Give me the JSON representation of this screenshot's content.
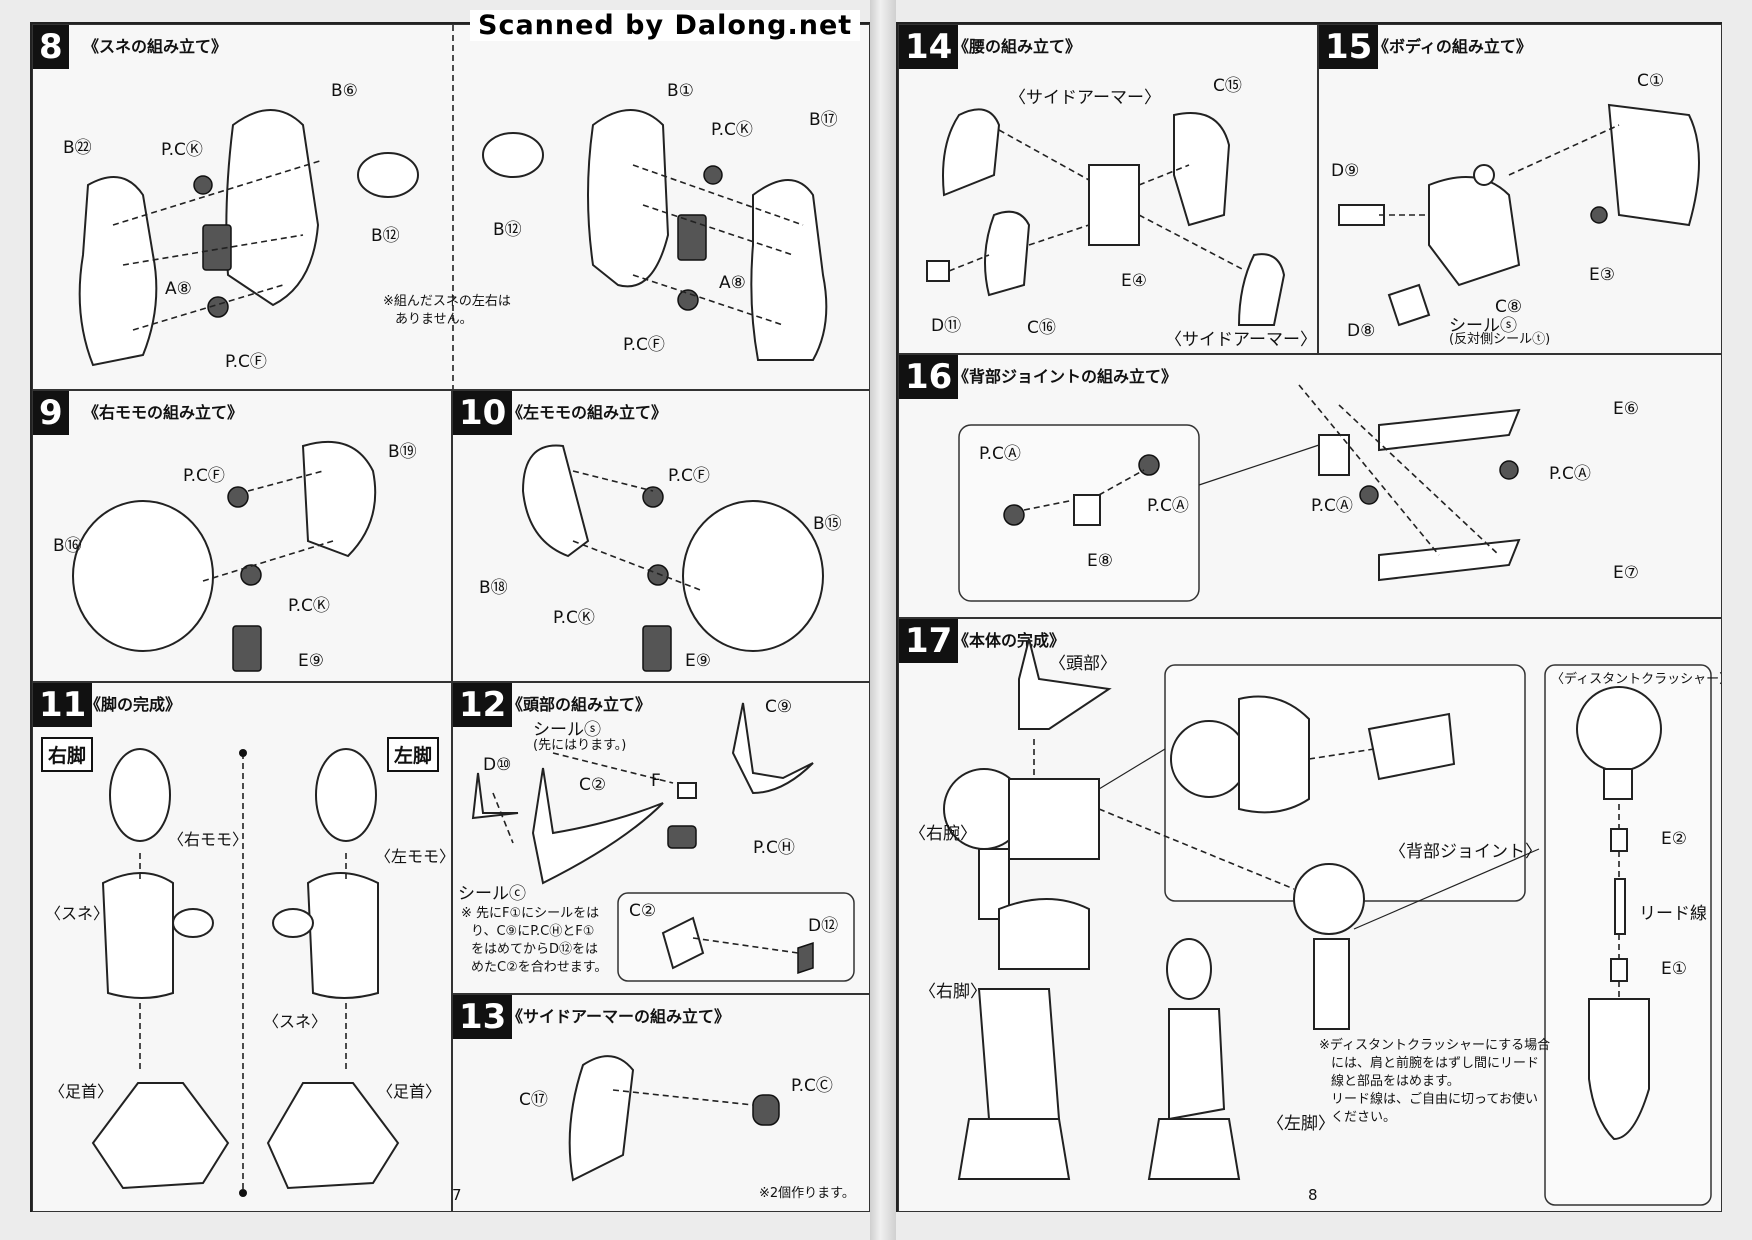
{
  "watermark": "Scanned by Dalong.net",
  "left": {
    "page_number": "7",
    "s8": {
      "num": "8",
      "title": "《スネの組み立て》",
      "labels": [
        "B㉒",
        "P.CⓀ",
        "B⑥",
        "B⑫",
        "A⑧",
        "P.CⒻ",
        "B①",
        "P.CⓀ",
        "B⑰",
        "B⑫",
        "A⑧",
        "P.CⒻ"
      ],
      "note_l1": "※組んだスネの左右は",
      "note_l2": "ありません。"
    },
    "s9": {
      "num": "9",
      "title": "《右モモの組み立て》",
      "labels": [
        "P.CⒻ",
        "B⑲",
        "B⑯",
        "P.CⓀ",
        "E⑨"
      ]
    },
    "s10": {
      "num": "10",
      "title": "《左モモの組み立て》",
      "labels": [
        "P.CⒻ",
        "B⑱",
        "B⑮",
        "P.CⓀ",
        "E⑨"
      ]
    },
    "s11": {
      "num": "11",
      "title": "《脚の完成》",
      "right_leg": "右脚",
      "left_leg": "左脚",
      "labels": [
        "〈右モモ〉",
        "〈スネ〉",
        "〈足首〉",
        "〈左モモ〉",
        "〈スネ〉",
        "〈足首〉"
      ]
    },
    "s12": {
      "num": "12",
      "title": "《頭部の組み立て》",
      "labels": [
        "シールⓢ",
        "(先にはります。)",
        "D⑩",
        "C②",
        "F",
        "C⑨",
        "P.CⒽ",
        "シールⓒ",
        "C②",
        "D⑫"
      ],
      "note_l1": "※ 先にF①にシールをは",
      "note_l2": "り、C⑨にP.CⒽとF①",
      "note_l3": "をはめてからD⑫をは",
      "note_l4": "めたC②を合わせます。"
    },
    "s13": {
      "num": "13",
      "title": "《サイドアーマーの組み立て》",
      "labels": [
        "C⑰",
        "P.CⒸ"
      ],
      "note": "※2個作ります。"
    }
  },
  "right": {
    "page_number": "8",
    "s14": {
      "num": "14",
      "title": "《腰の組み立て》",
      "labels": [
        "〈サイドアーマー〉",
        "C⑮",
        "D⑪",
        "C⑯",
        "E④",
        "〈サイドアーマー〉"
      ]
    },
    "s15": {
      "num": "15",
      "title": "《ボディの組み立て》",
      "labels": [
        "C①",
        "D⑨",
        "E③",
        "C⑧",
        "D⑧",
        "シールⓢ",
        "(反対側シールⓣ)"
      ]
    },
    "s16": {
      "num": "16",
      "title": "《背部ジョイントの組み立て》",
      "labels": [
        "P.CⒶ",
        "P.CⒶ",
        "E⑧",
        "E⑥",
        "P.CⒶ",
        "P.CⒶ",
        "E⑦"
      ]
    },
    "s17": {
      "num": "17",
      "title": "《本体の完成》",
      "labels": [
        "〈頭部〉",
        "〈右腕〉",
        "〈背部ジョイント〉",
        "〈右脚〉",
        "〈左脚〉",
        "〈ディスタントクラッシャー〉",
        "E②",
        "リード線",
        "E①"
      ],
      "note_l1": "※ディスタントクラッシャーにする場合",
      "note_l2": "には、肩と前腕をはずし間にリード",
      "note_l3": "線と部品をはめます。",
      "note_l4": "リード線は、ご自由に切ってお使い",
      "note_l5": "ください。"
    }
  }
}
